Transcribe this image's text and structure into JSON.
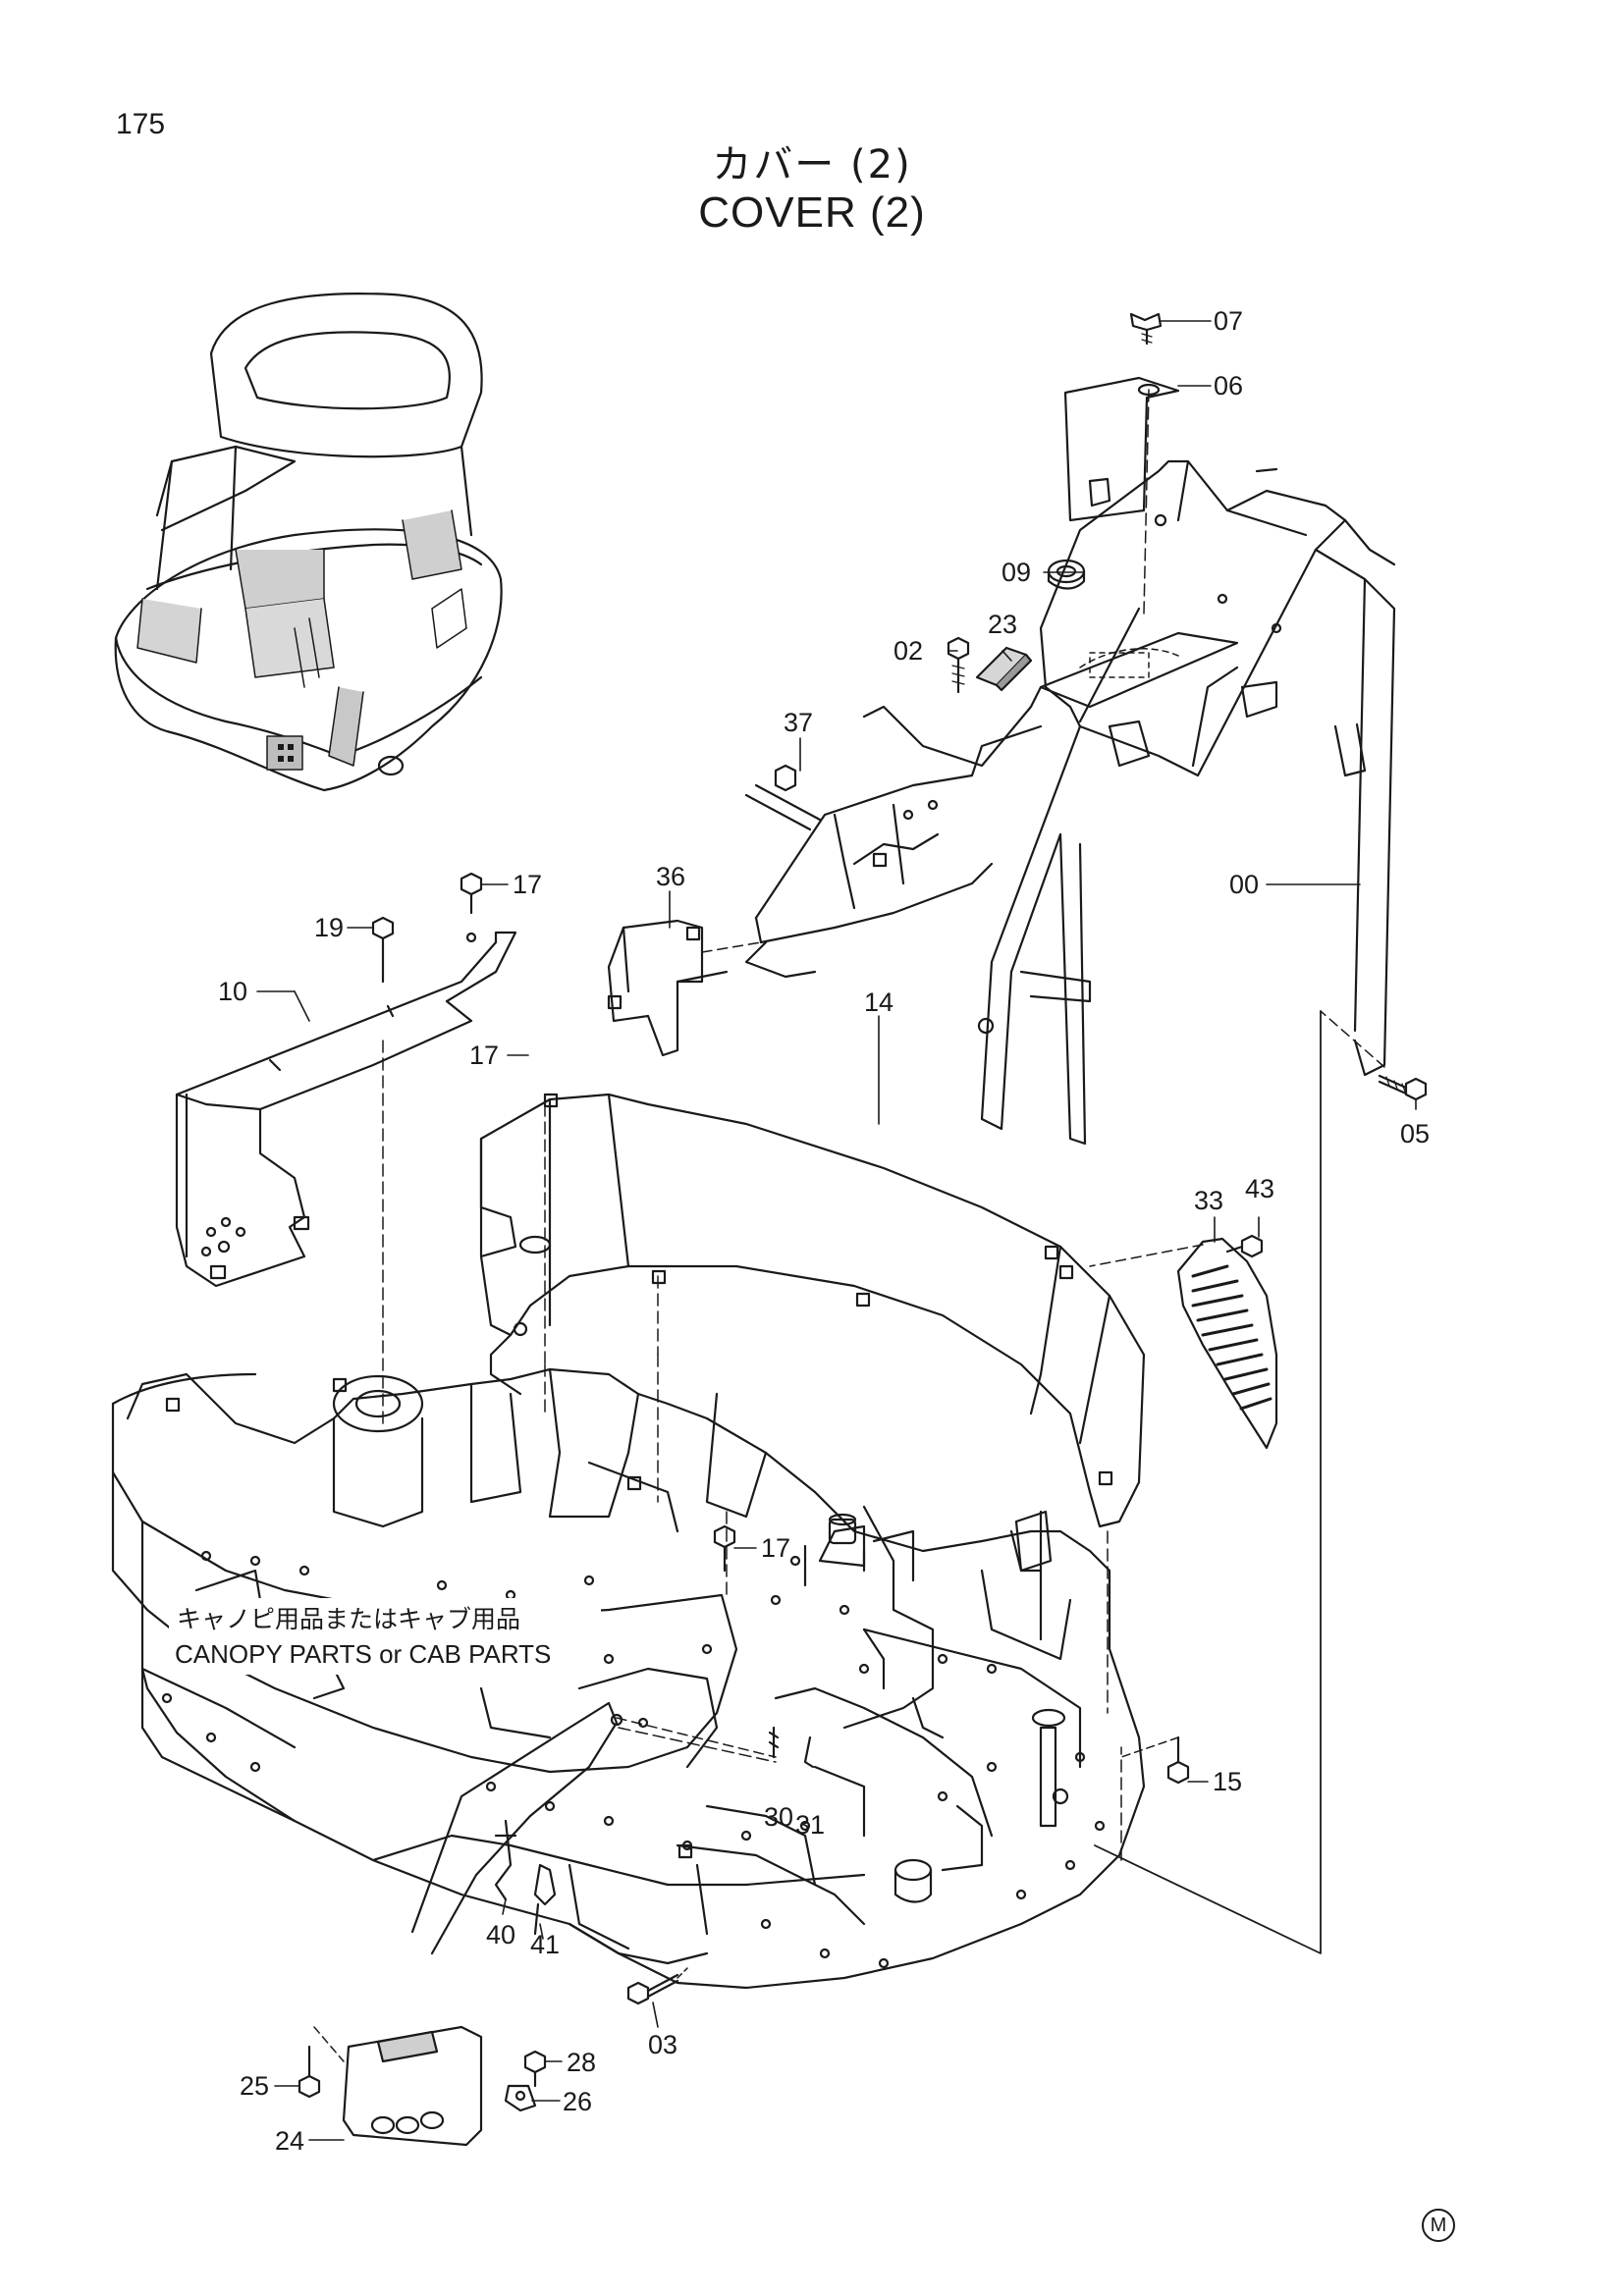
{
  "page_number": "175",
  "title_ja": "カバー (2)",
  "title_en": "COVER (2)",
  "note": {
    "ja": "キャノピ用品またはキャブ用品",
    "en": "CANOPY PARTS or CAB PARTS"
  },
  "parts": [
    "07",
    "06",
    "09",
    "23",
    "02",
    "37",
    "17",
    "19",
    "36",
    "10",
    "14",
    "00",
    "05",
    "33",
    "43",
    "17",
    "17",
    "15",
    "30",
    "31",
    "40",
    "41",
    "03",
    "28",
    "25",
    "26",
    "24"
  ],
  "mark": "M"
}
